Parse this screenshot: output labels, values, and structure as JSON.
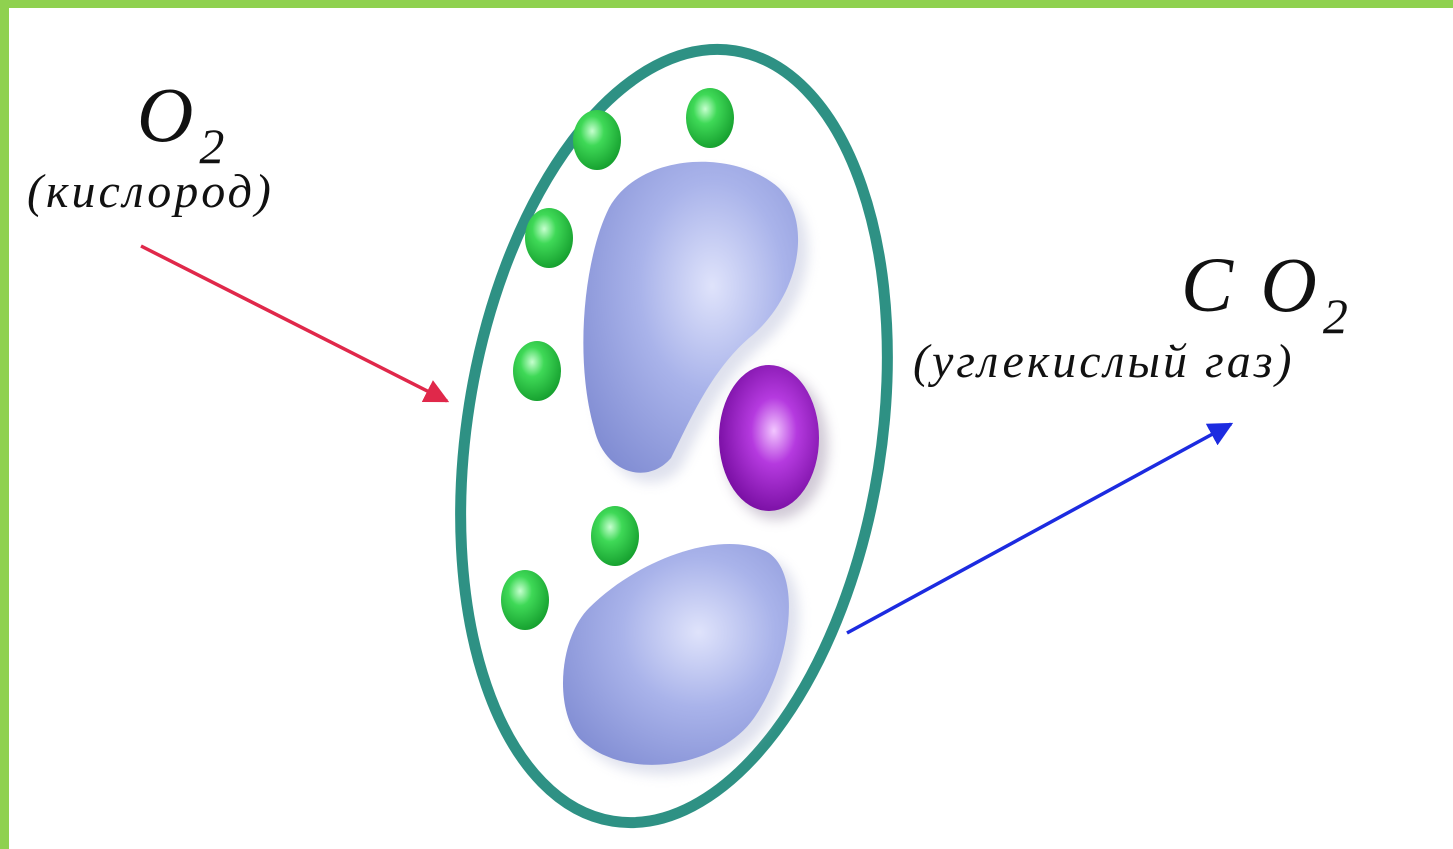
{
  "inflow": {
    "formula_main": "O",
    "formula_sub": "2",
    "caption": "(кислород)",
    "arrow_color": "#e0284a"
  },
  "outflow": {
    "formula_main": "C O",
    "formula_sub": "2",
    "caption": "(углекислый газ)",
    "arrow_color": "#1c2be0"
  },
  "colors": {
    "frame": "#8fd14f",
    "membrane": "#2e9184",
    "vacuole": "#a3aee6",
    "nucleus": "#a01fc8",
    "granule": "#2fc848"
  }
}
